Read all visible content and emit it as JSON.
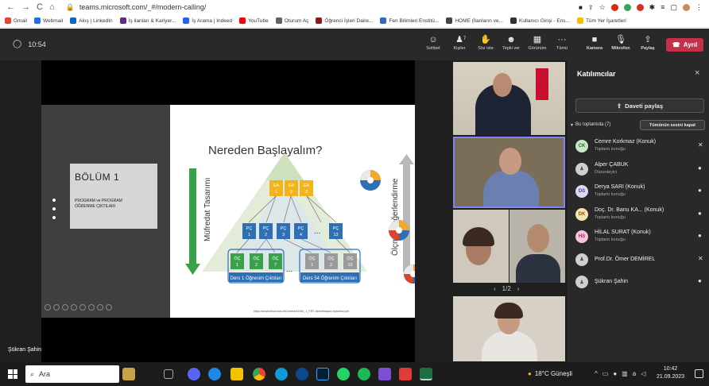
{
  "browser": {
    "url": "teams.microsoft.com/_#/modern-calling/"
  },
  "bookmarks": [
    {
      "label": "Gmail",
      "color": "#ea4335"
    },
    {
      "label": "Webmail",
      "color": "#1a73e8"
    },
    {
      "label": "Akış | LinkedIn",
      "color": "#0a66c2"
    },
    {
      "label": "İş ilanları & Kariyer...",
      "color": "#5b2c83"
    },
    {
      "label": "İş Arama | Indeed",
      "color": "#2164f3"
    },
    {
      "label": "YouTube",
      "color": "#ff0000"
    },
    {
      "label": "Oturum Aç",
      "color": "#5f6368"
    },
    {
      "label": "Öğrenci İşleri Daire...",
      "color": "#8b1a1a"
    },
    {
      "label": "Fen Bilimleri Enstitü...",
      "color": "#2e6bb8"
    },
    {
      "label": "HOME (İlanların ve...",
      "color": "#444444"
    },
    {
      "label": "Kullanıcı Girişi - Ens...",
      "color": "#333333"
    },
    {
      "label": "Tüm Yer İşaretleri",
      "color": "#f2c200"
    }
  ],
  "meeting": {
    "timer": "10:54",
    "toolbar": [
      {
        "label": "Sohbet",
        "icon": "chat-icon"
      },
      {
        "label": "Kişiler",
        "icon": "people-icon",
        "badge": "7"
      },
      {
        "label": "Söz iste",
        "icon": "raise-hand-icon"
      },
      {
        "label": "Tepki ver",
        "icon": "reaction-icon"
      },
      {
        "label": "Görünüm",
        "icon": "view-icon"
      },
      {
        "label": "Tümü",
        "icon": "more-icon"
      },
      {
        "label": "Kamera",
        "icon": "camera-icon"
      },
      {
        "label": "Mikrofon",
        "icon": "mic-off-icon"
      },
      {
        "label": "Paylaş",
        "icon": "share-icon"
      }
    ],
    "leave_label": "Ayrıl",
    "presenter": "Şükran Şahin",
    "gallery_page": "1/2"
  },
  "slide": {
    "chapter_title": "BÖLÜM 1",
    "chapter_subtitle_1": "PROGRAM ve PROGRAM",
    "chapter_subtitle_2": "ÖĞRENME ÇIKTILARI",
    "heading": "Nereden Başlayalım?",
    "left_arrow_label": "Müfredat Tasarımı",
    "right_arrow_label": "Ölçme Değerlendirme",
    "ea_boxes": [
      [
        "EA",
        "1"
      ],
      [
        "EA",
        "2"
      ],
      [
        "EA",
        "3"
      ]
    ],
    "pc_boxes": [
      [
        "PÇ",
        "1"
      ],
      [
        "PÇ",
        "2"
      ],
      [
        "PÇ",
        "3"
      ],
      [
        "PÇ",
        "4"
      ],
      [
        "PÇ",
        "13"
      ]
    ],
    "oc_green": [
      [
        "ÖÇ",
        "1"
      ],
      [
        "ÖÇ",
        "2"
      ],
      [
        "ÖÇ",
        "7"
      ]
    ],
    "oc_grey": [
      [
        "ÖÇ",
        "1"
      ],
      [
        "ÖÇ",
        "2"
      ],
      [
        "ÖÇ",
        "10"
      ]
    ],
    "ellipsis": "...",
    "course1": "Ders 1 Öğrenim Çıktıları",
    "course54": "Ders 54 Öğrenim Çıktıları",
    "footnote": "https://www.iidkun.edu.tr/Content/14592_1_FEF-Akreditasyon-toplantisi.pdf"
  },
  "participants_panel": {
    "title": "Katılımcılar",
    "share_invite": "Daveti paylaş",
    "section_label": "Bu toplantıda (7)",
    "mute_all": "Tümünün sesini kapat",
    "people": [
      {
        "initials": "CK",
        "name": "Cemre Korkmaz (Konuk)",
        "role": "Toplantı konuğu",
        "color": "#c9e8c9",
        "fg": "#2a6b2a",
        "mic": "mic-off"
      },
      {
        "initials": "",
        "name": "Alper ÇABUK",
        "role": "Düzenleyici",
        "color": "#cfcfcf",
        "fg": "#555",
        "mic": "mic-on"
      },
      {
        "initials": "DS",
        "name": "Derya SARI (Konuk)",
        "role": "Toplantı konuğu",
        "color": "#dcd8f2",
        "fg": "#4b3c9c",
        "mic": "mic-on"
      },
      {
        "initials": "DK",
        "name": "Doç. Dr. Banu KA... (Konuk)",
        "role": "Toplantı konuğu",
        "color": "#f6e2b3",
        "fg": "#8a5a00",
        "mic": "mic-on"
      },
      {
        "initials": "HS",
        "name": "HİLAL SURAT (Konuk)",
        "role": "Toplantı konuğu",
        "color": "#f4c6dd",
        "fg": "#a0266a",
        "mic": "mic-on"
      },
      {
        "initials": "",
        "name": "Prof.Dr. Ömer DEMİREL",
        "role": "",
        "color": "#cfcfcf",
        "fg": "#555",
        "mic": "mic-off"
      },
      {
        "initials": "",
        "name": "Şükran Şahin",
        "role": "",
        "color": "#cfcfcf",
        "fg": "#555",
        "mic": "mic-on"
      }
    ]
  },
  "taskbar": {
    "search_placeholder": "Ara",
    "weather": "18°C Güneşli",
    "time": "10:42",
    "date": "21.09.2023"
  }
}
